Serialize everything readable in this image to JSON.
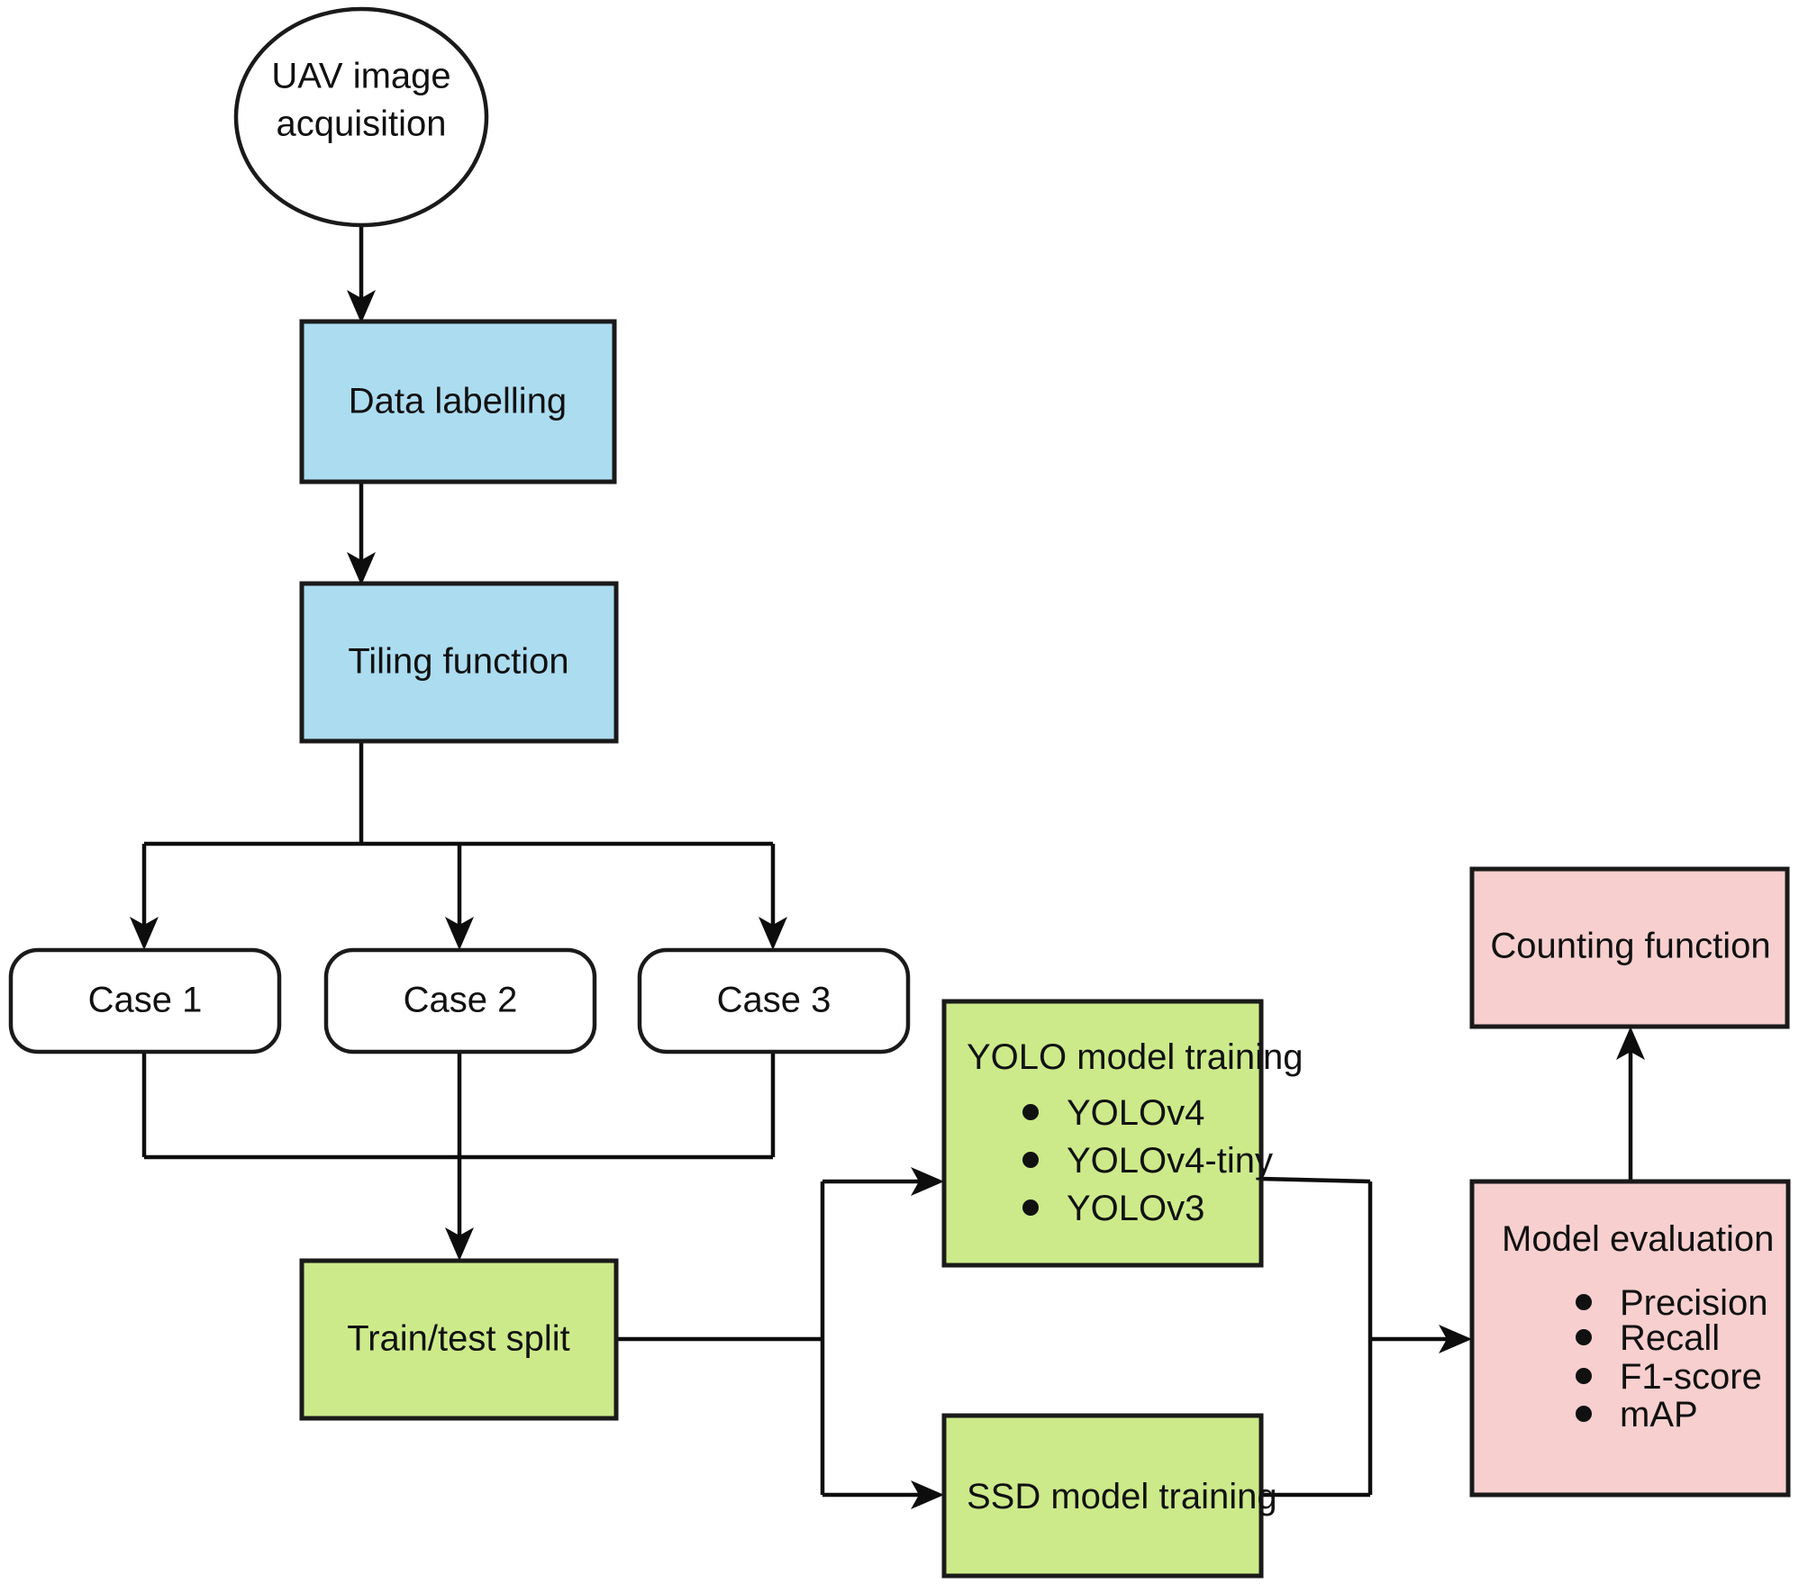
{
  "diagram": {
    "title": "UAV image object detection and counting workflow",
    "background": "#ffffff",
    "colors": {
      "blue_fill": "#ACDCF0",
      "green_fill": "#CCEA8A",
      "pink_fill": "#F7CFCF",
      "white_fill": "#FFFFFF",
      "stroke": "#1A1A1A",
      "edge": "#0D0D0D",
      "text": "#111111"
    },
    "nodes": {
      "uav_acquisition": {
        "shape": "ellipse",
        "line1": "UAV image",
        "line2": "acquisition"
      },
      "data_labelling": {
        "shape": "rectangle",
        "label": "Data labelling"
      },
      "tiling_function": {
        "shape": "rectangle",
        "label": "Tiling function"
      },
      "case_1": {
        "shape": "rounded-rectangle",
        "label": "Case 1"
      },
      "case_2": {
        "shape": "rounded-rectangle",
        "label": "Case 2"
      },
      "case_3": {
        "shape": "rounded-rectangle",
        "label": "Case 3"
      },
      "train_test_split": {
        "shape": "rectangle",
        "label": "Train/test split"
      },
      "yolo_training": {
        "shape": "rectangle",
        "label": "YOLO model training",
        "bullets": [
          "YOLOv4",
          "YOLOv4-tiny",
          "YOLOv3"
        ]
      },
      "ssd_training": {
        "shape": "rectangle",
        "label": "SSD model training"
      },
      "model_evaluation": {
        "shape": "rectangle",
        "label": "Model evaluation",
        "bullets": [
          "Precision",
          "Recall",
          "F1-score",
          "mAP"
        ]
      },
      "counting_function": {
        "shape": "rectangle",
        "label": "Counting function"
      }
    },
    "edges": [
      {
        "from": "uav_acquisition",
        "to": "data_labelling",
        "arrow": true
      },
      {
        "from": "data_labelling",
        "to": "tiling_function",
        "arrow": true
      },
      {
        "from": "tiling_function",
        "to": "case_1",
        "arrow": true
      },
      {
        "from": "tiling_function",
        "to": "case_2",
        "arrow": true
      },
      {
        "from": "tiling_function",
        "to": "case_3",
        "arrow": true
      },
      {
        "from": "case_1",
        "to": "train_test_split",
        "arrow": true
      },
      {
        "from": "case_2",
        "to": "train_test_split",
        "arrow": true
      },
      {
        "from": "case_3",
        "to": "train_test_split",
        "arrow": true
      },
      {
        "from": "train_test_split",
        "to": "yolo_training",
        "arrow": true
      },
      {
        "from": "train_test_split",
        "to": "ssd_training",
        "arrow": true
      },
      {
        "from": "yolo_training",
        "to": "model_evaluation",
        "arrow": true
      },
      {
        "from": "ssd_training",
        "to": "model_evaluation",
        "arrow": true
      },
      {
        "from": "model_evaluation",
        "to": "counting_function",
        "arrow": true
      }
    ]
  }
}
